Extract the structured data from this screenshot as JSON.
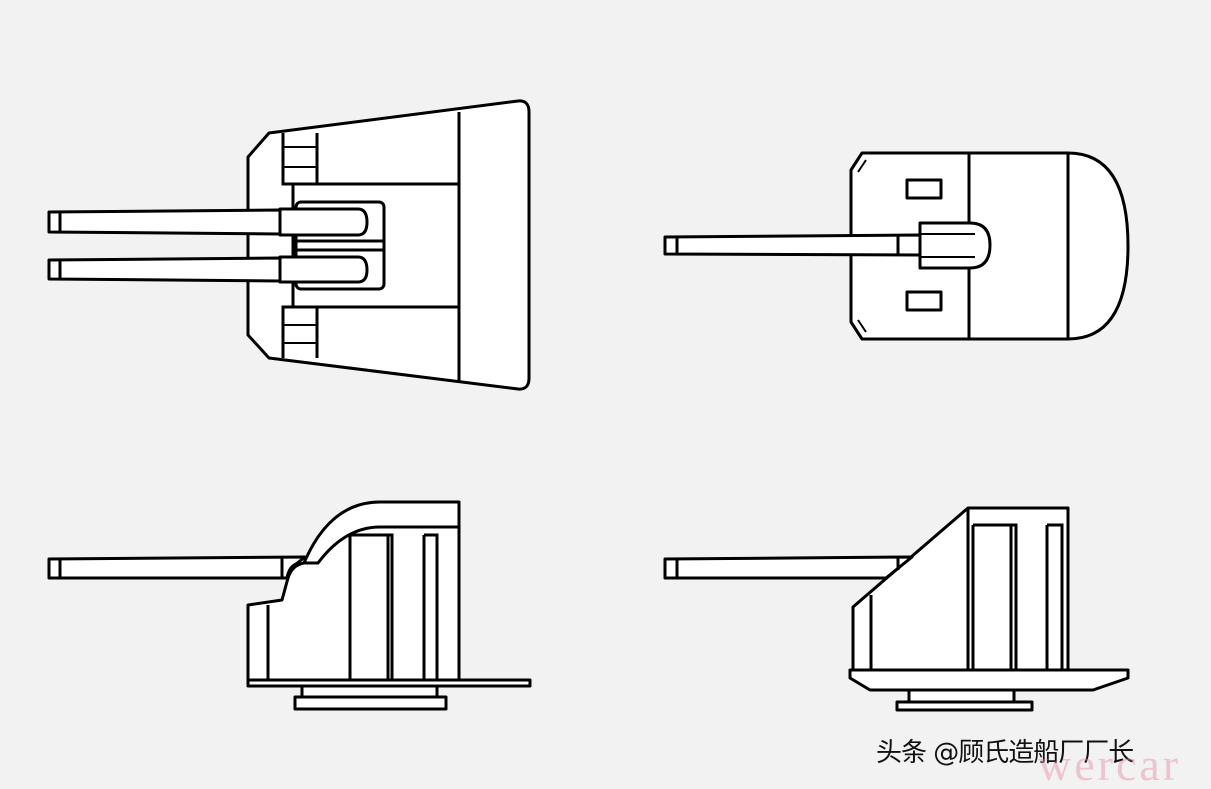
{
  "credit": "头条 @顾氏造船厂厂长",
  "watermark": "wercar",
  "colors": {
    "background": "#f2f2f2",
    "fill": "#ffffff",
    "line": "#000000"
  },
  "views": [
    "twin-turret-top",
    "single-turret-top",
    "twin-turret-side",
    "single-turret-side"
  ]
}
